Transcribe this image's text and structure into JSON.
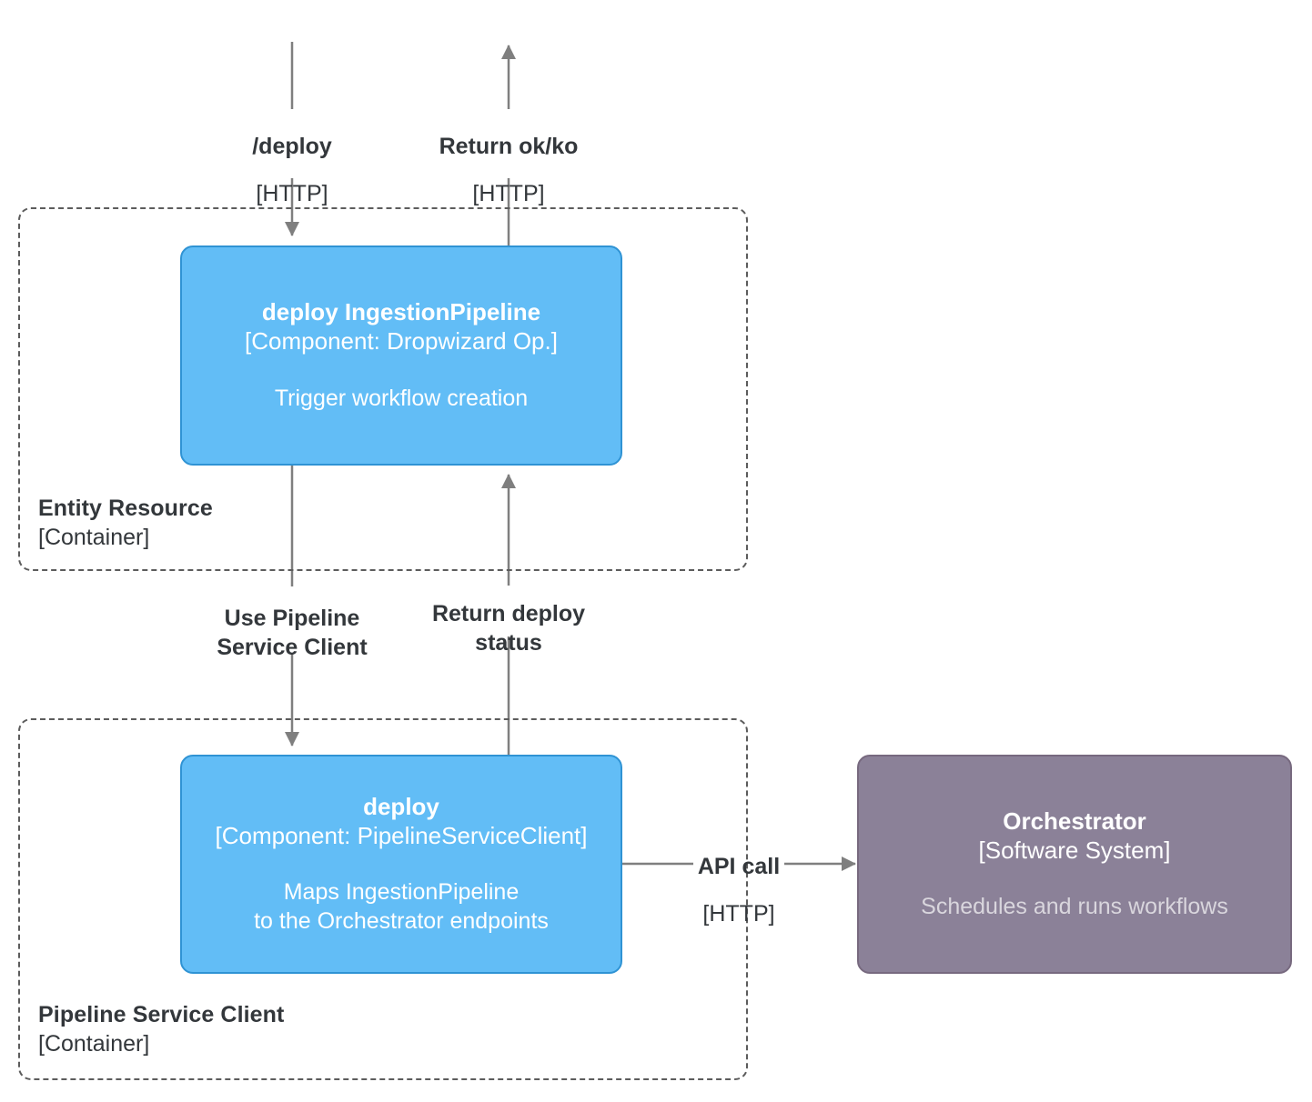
{
  "diagram": {
    "type": "C4 Component Diagram",
    "colors": {
      "component_fill": "#62bdf6",
      "component_stroke": "#2f93d4",
      "system_fill": "#8b8198",
      "system_stroke": "#77697f",
      "edge": "#7f7f7f",
      "boundary": "#5c5c5c",
      "text": "#33373b"
    }
  },
  "boundaries": [
    {
      "id": "entity-resource",
      "name": "Entity Resource",
      "type": "[Container]"
    },
    {
      "id": "pipeline-service-client",
      "name": "Pipeline Service Client",
      "type": "[Container]"
    }
  ],
  "nodes": [
    {
      "id": "deploy-ingestion-pipeline",
      "name": "deploy IngestionPipeline",
      "type": "[Component: Dropwizard Op.]",
      "description": "Trigger workflow creation"
    },
    {
      "id": "deploy-client",
      "name": "deploy",
      "type": "[Component: PipelineServiceClient]",
      "description_line1": "Maps IngestionPipeline",
      "description_line2": "to the Orchestrator endpoints"
    },
    {
      "id": "orchestrator",
      "name": "Orchestrator",
      "type": "[Software System]",
      "description": "Schedules and runs workflows"
    }
  ],
  "edges": [
    {
      "id": "deploy-request",
      "text": "/deploy",
      "tech": "[HTTP]"
    },
    {
      "id": "return-ok-ko",
      "text": "Return ok/ko",
      "tech": "[HTTP]"
    },
    {
      "id": "use-client",
      "text": "Use Pipeline\nService Client",
      "tech": ""
    },
    {
      "id": "return-status",
      "text": "Return deploy\nstatus",
      "tech": ""
    },
    {
      "id": "api-call",
      "text": "API call",
      "tech": "[HTTP]"
    }
  ]
}
